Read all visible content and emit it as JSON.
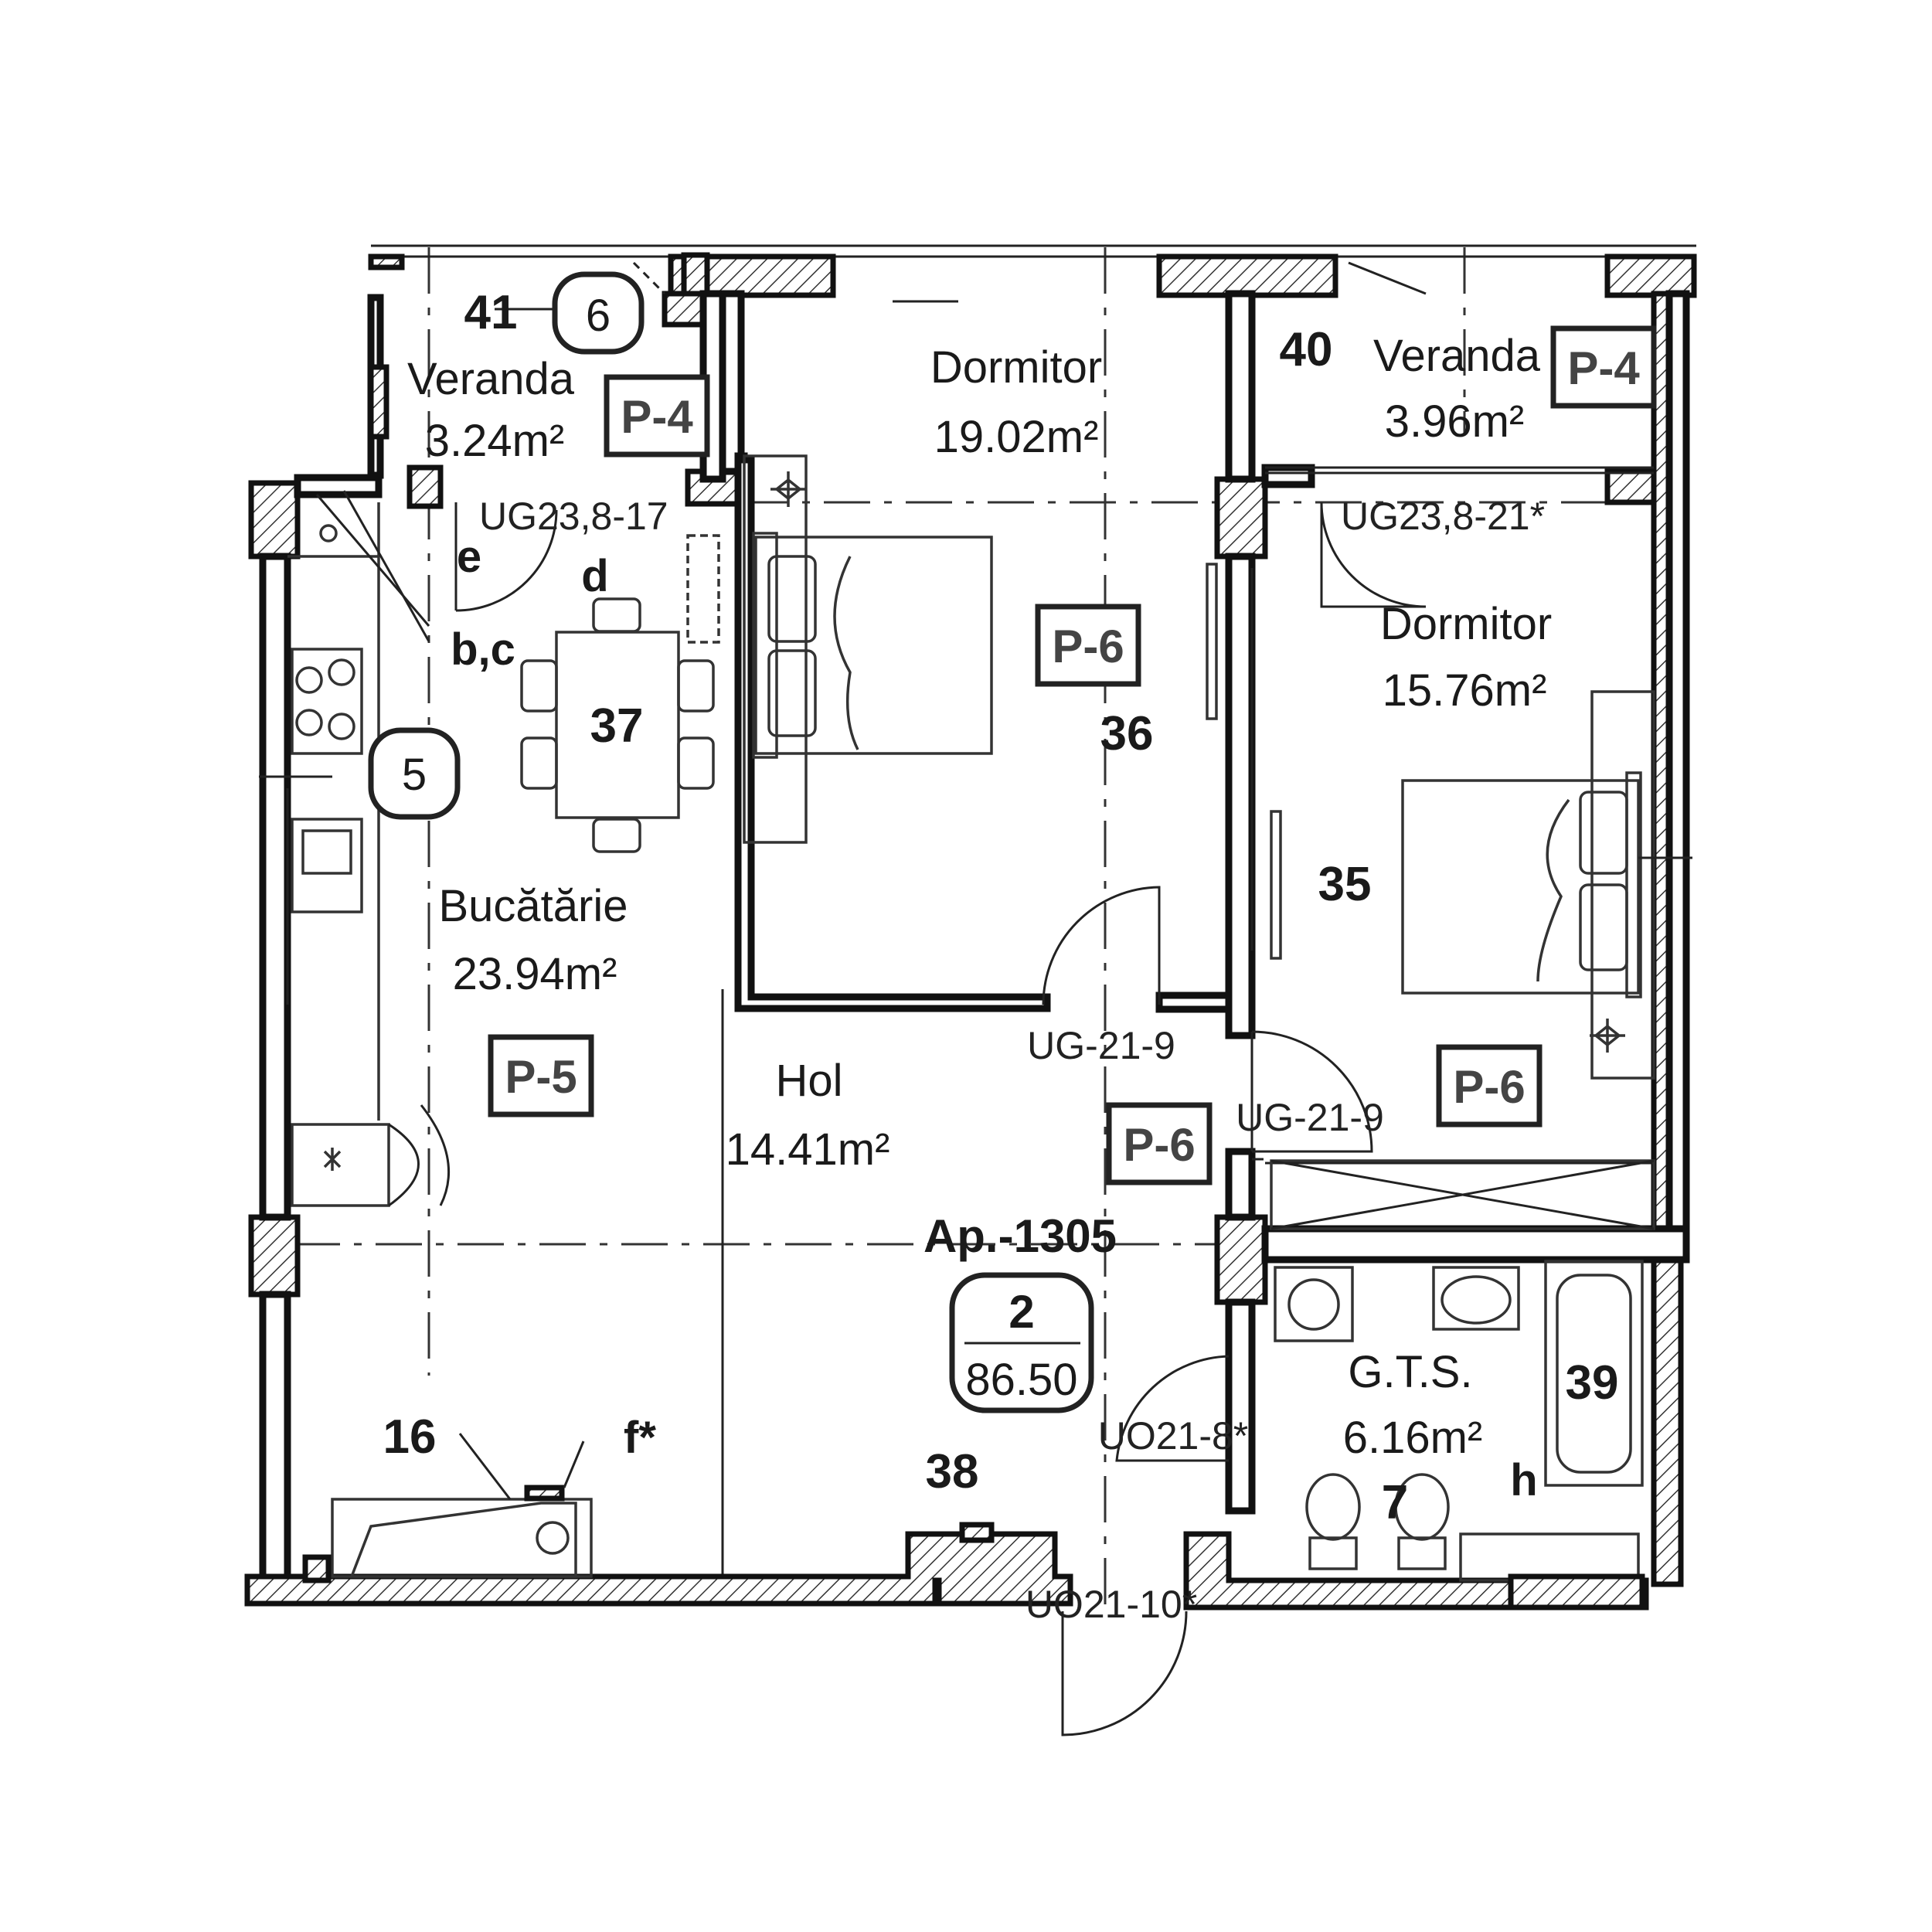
{
  "apartment": {
    "label": "Ap.-1305",
    "rooms_count": "2",
    "total_area": "86.50"
  },
  "rooms": {
    "veranda_left": {
      "name": "Veranda",
      "area": "3.24m²",
      "num": "41"
    },
    "dormitor_mid": {
      "name": "Dormitor",
      "area": "19.02m²",
      "num": "36"
    },
    "veranda_right": {
      "name": "Veranda",
      "area": "3.96m²",
      "num": "40"
    },
    "dormitor_right": {
      "name": "Dormitor",
      "area": "15.76m²",
      "num": "35"
    },
    "bucatarie": {
      "name": "Bucătărie",
      "area": "23.94m²",
      "num": "37"
    },
    "hol": {
      "name": "Hol",
      "area": "14.41m²",
      "num": "38"
    },
    "gts": {
      "name": "G.T.S.",
      "area": "6.16m²",
      "num": "39"
    }
  },
  "panel_tags": {
    "p4_left": "P-4",
    "p4_right": "P-4",
    "p6_mid": "P-6",
    "p6_right": "P-6",
    "p5": "P-5",
    "p6_hol": "P-6"
  },
  "door_codes": {
    "ug_17": "UG23,8-17",
    "ug_21": "UG23,8-21*",
    "ug_219_a": "UG-21-9",
    "ug_219_b": "UG-21-9",
    "uo_218": "UO21-8*",
    "uo_2110": "UO21-10*"
  },
  "markers": {
    "m6": "6",
    "m5": "5",
    "n16": "16",
    "n7": "7"
  },
  "letters": {
    "e": "e",
    "d": "d",
    "bc": "b,c",
    "f": "f*",
    "h": "h"
  }
}
